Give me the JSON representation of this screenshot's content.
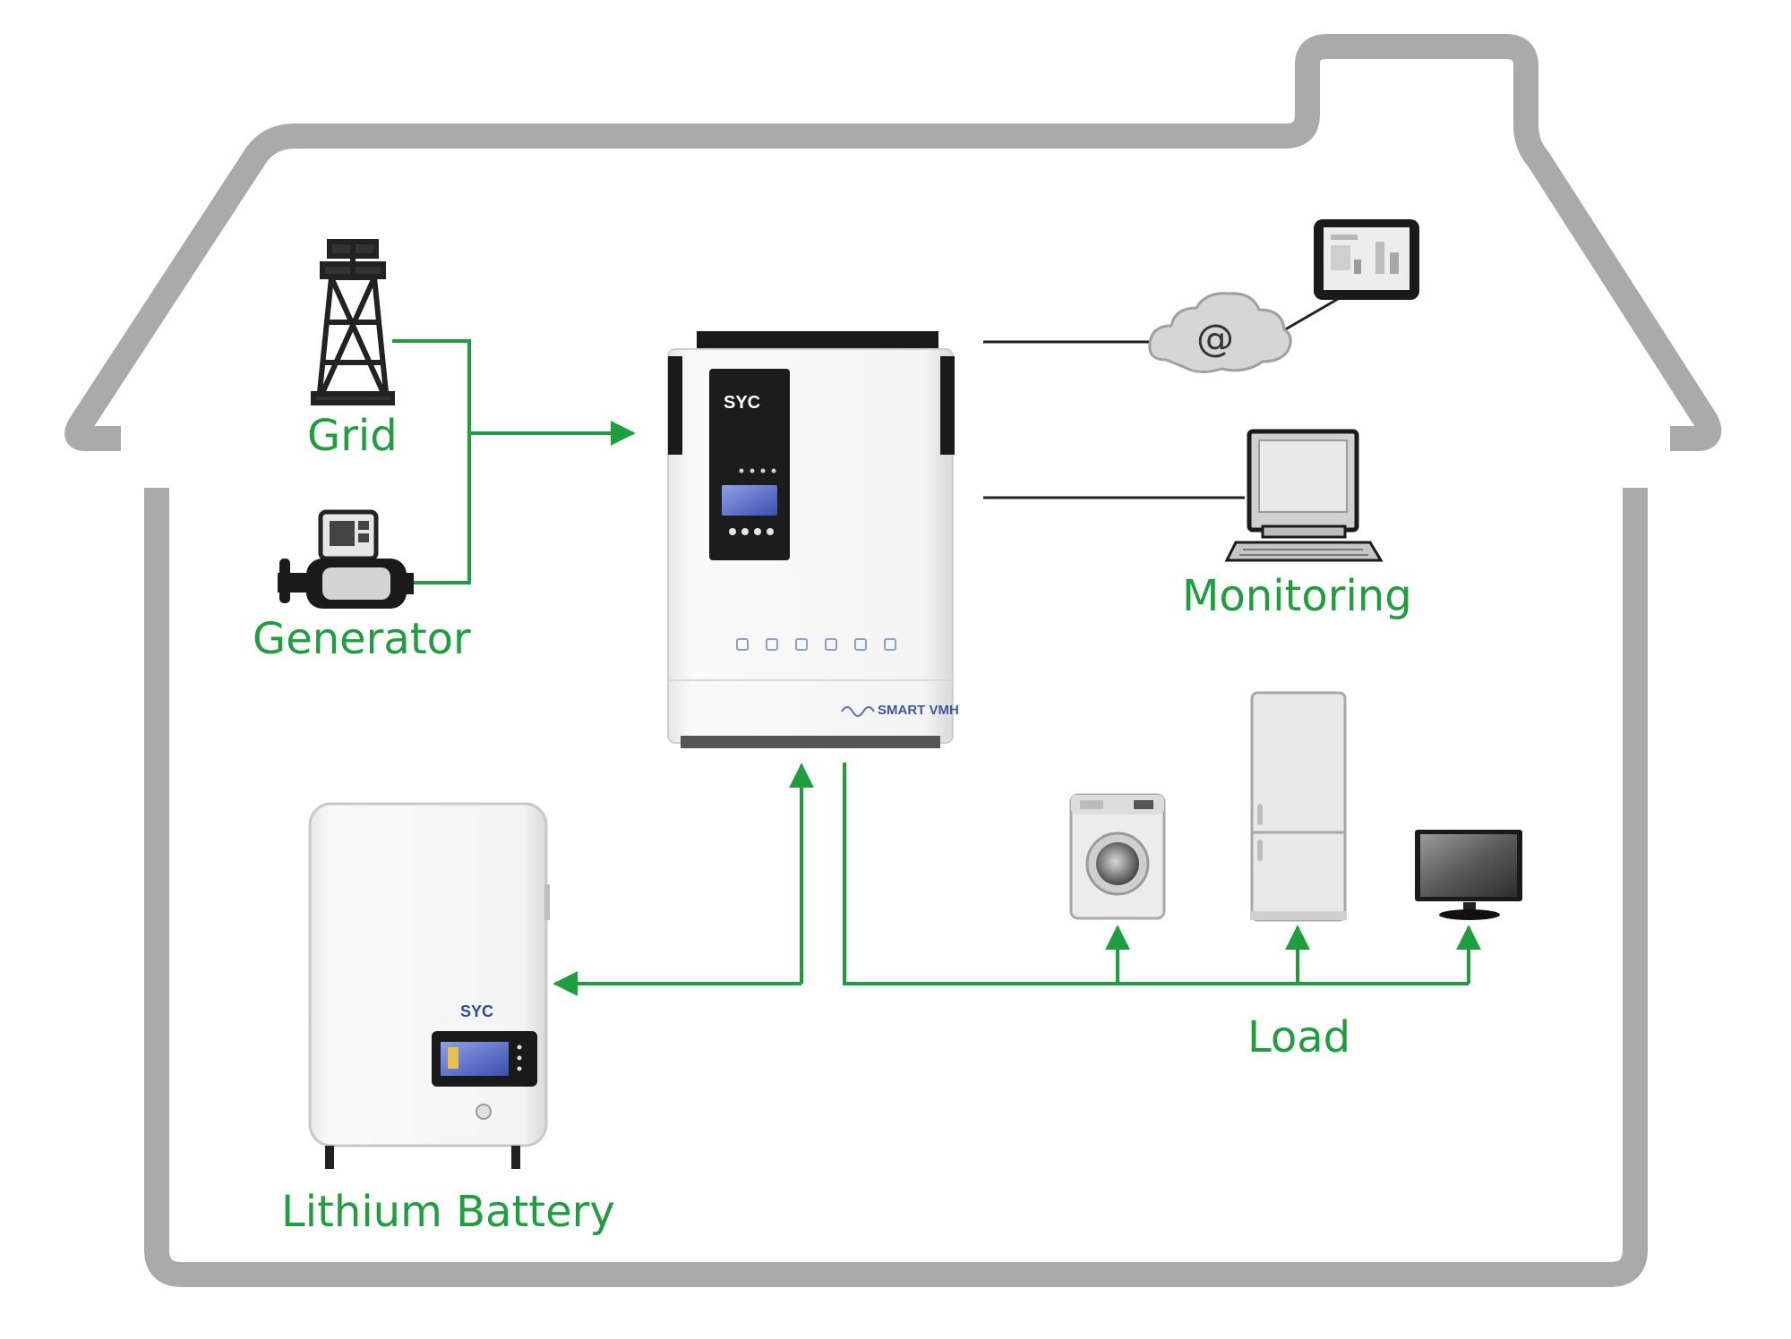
{
  "colors": {
    "accent_green": "#1e9e3e",
    "house_outline": "#aaaaaa",
    "device_body": "#f7f7f7",
    "device_edge": "#c8c8c8",
    "panel_dark": "#1c1c1c",
    "screen_blue": "#4a5fb5"
  },
  "labels": {
    "grid": "Grid",
    "generator": "Generator",
    "monitoring": "Monitoring",
    "load": "Load",
    "battery": "Lithium Battery"
  },
  "inverter": {
    "brand": "SYC",
    "model": "SMART VMH"
  },
  "battery_unit": {
    "brand": "SYC"
  },
  "cloud": {
    "symbol": "@"
  },
  "icons": [
    "house-outline-icon",
    "transmission-tower-icon",
    "generator-icon",
    "inverter-icon",
    "cloud-icon",
    "tablet-icon",
    "desktop-monitor-icon",
    "washing-machine-icon",
    "refrigerator-icon",
    "television-icon",
    "lithium-battery-icon"
  ]
}
